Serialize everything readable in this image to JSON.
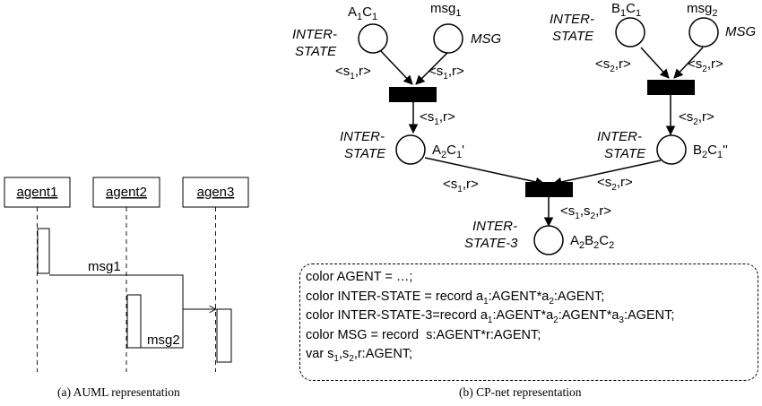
{
  "auml": {
    "lifelines": [
      {
        "name": "agent1"
      },
      {
        "name": "agent2"
      },
      {
        "name": "agen3"
      }
    ],
    "messages": [
      {
        "label": "msg1"
      },
      {
        "label": "msg2"
      }
    ],
    "caption": "(a) AUML representation"
  },
  "cpnet": {
    "places": {
      "a1c1": {
        "name_html": "A<tspan dy='4' font-size='11'>1</tspan><tspan dy='-4'>C</tspan><tspan dy='4' font-size='11'>1</tspan>",
        "type": "INTER-STATE"
      },
      "msg1": {
        "type": "MSG"
      },
      "b1c1": {
        "type": "INTER-STATE"
      },
      "msg2": {
        "type": "MSG"
      },
      "a2c1": {
        "type": "INTER-STATE"
      },
      "b2c1": {
        "type": "INTER-STATE"
      },
      "final": {
        "type": "INTER-STATE-3"
      }
    },
    "declarations": [
      "color AGENT = …;",
      "color INTER-STATE = record a1:AGENT*a2:AGENT;",
      "color INTER-STATE-3=record a1:AGENT*a2:AGENT*a3:AGENT;",
      "color MSG = record  s:AGENT*r:AGENT;",
      "var s1,s2,r:AGENT;"
    ],
    "caption": "(b) CP-net representation"
  }
}
